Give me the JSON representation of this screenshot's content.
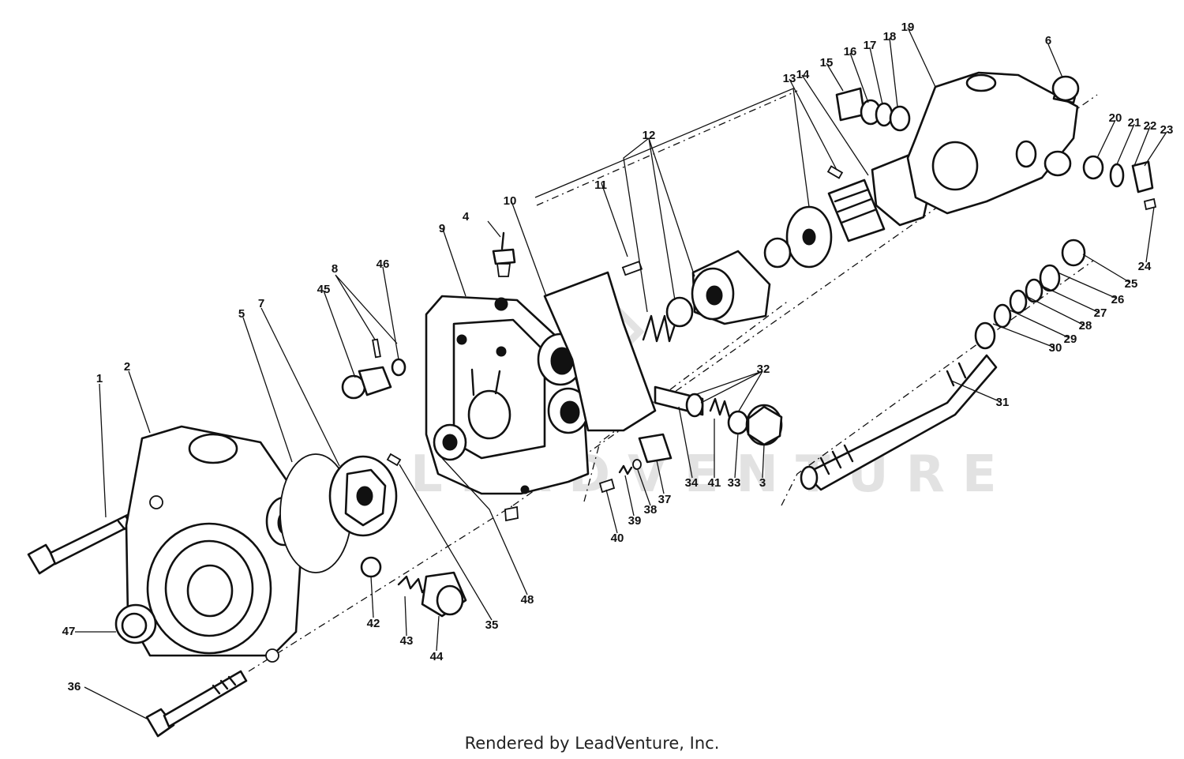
{
  "diagram": {
    "watermark": "LEADVENTURE",
    "credit": "Rendered by LeadVenture, Inc."
  },
  "labels": [
    "1",
    "2",
    "3",
    "4",
    "5",
    "6",
    "7",
    "8",
    "9",
    "10",
    "11",
    "12",
    "13",
    "14",
    "15",
    "16",
    "17",
    "18",
    "19",
    "20",
    "21",
    "22",
    "23",
    "24",
    "25",
    "26",
    "27",
    "28",
    "29",
    "30",
    "31",
    "32",
    "33",
    "34",
    "35",
    "36",
    "37",
    "38",
    "39",
    "40",
    "41",
    "42",
    "43",
    "44",
    "45",
    "46",
    "47",
    "48"
  ]
}
